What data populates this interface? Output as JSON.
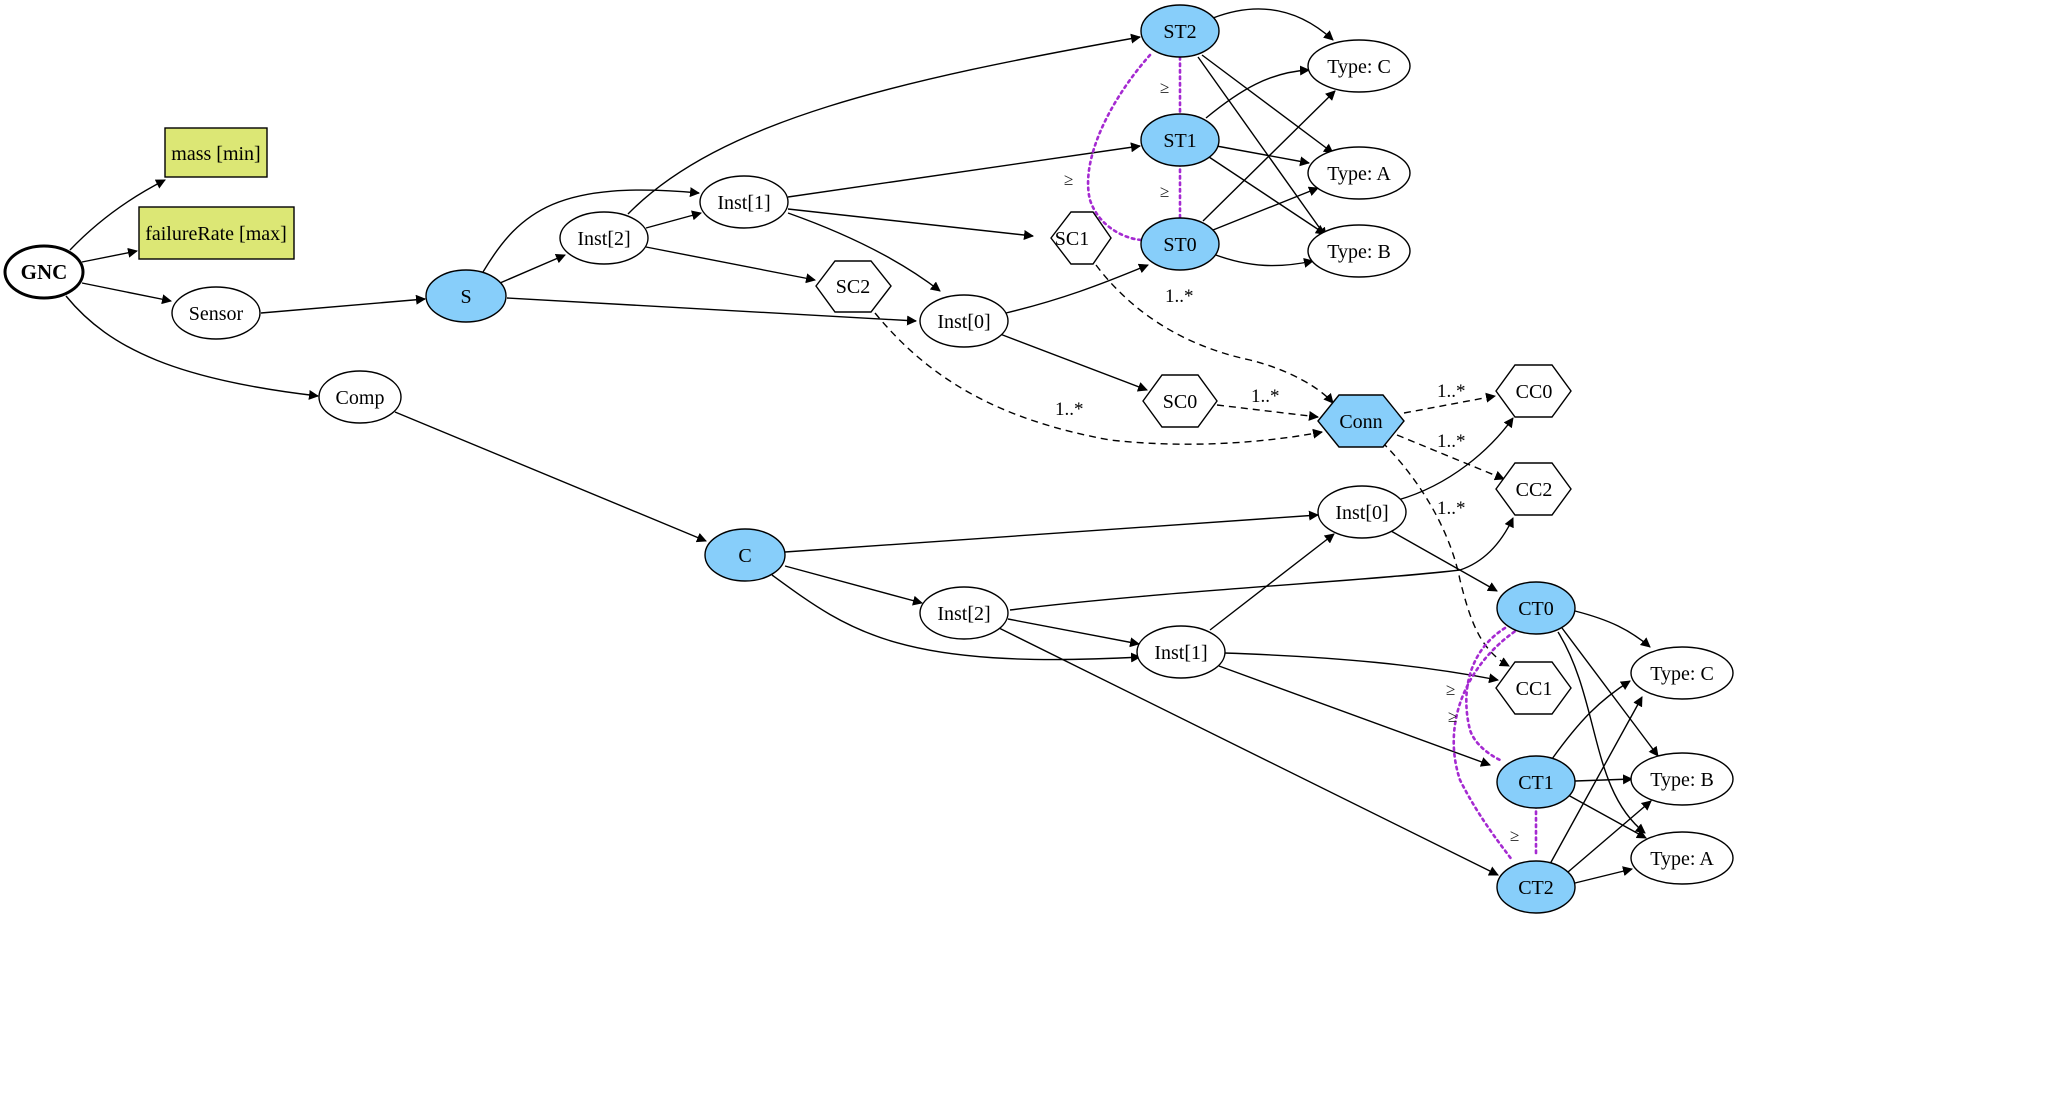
{
  "colors": {
    "instance_fill": "#87cefa",
    "attribute_fill": "#dce775",
    "default_fill": "#ffffff",
    "stroke": "#000000",
    "ordering_edge": "#a52ad1"
  },
  "nodes": {
    "gnc": "GNC",
    "mass": "mass [min]",
    "failure_rate": "failureRate [max]",
    "sensor": "Sensor",
    "comp": "Comp",
    "s": "S",
    "c": "C",
    "conn": "Conn",
    "s_inst2": "Inst[2]",
    "s_inst1": "Inst[1]",
    "s_inst0": "Inst[0]",
    "sc1": "SC1",
    "sc2": "SC2",
    "sc0": "SC0",
    "st2": "ST2",
    "st1": "ST1",
    "st0": "ST0",
    "st_type_c": "Type: C",
    "st_type_a": "Type: A",
    "st_type_b": "Type: B",
    "c_inst0": "Inst[0]",
    "c_inst2": "Inst[2]",
    "c_inst1": "Inst[1]",
    "cc0": "CC0",
    "cc2": "CC2",
    "cc1": "CC1",
    "ct0": "CT0",
    "ct1": "CT1",
    "ct2": "CT2",
    "ct_type_c": "Type: C",
    "ct_type_b": "Type: B",
    "ct_type_a": "Type: A"
  },
  "edge_labels": {
    "sc1_conn": "1..*",
    "sc2_conn": "1..*",
    "sc0_conn": "1..*",
    "conn_cc0": "1..*",
    "conn_cc2": "1..*",
    "conn_cc1": "1..*",
    "geq": "≥"
  }
}
